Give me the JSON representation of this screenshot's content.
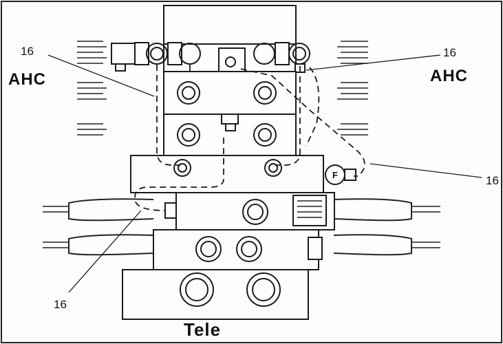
{
  "labels": {
    "callout_top_left": "16",
    "callout_top_right": "16",
    "callout_right": "16",
    "callout_bottom_left": "16",
    "ahc_left": "AHC",
    "ahc_right": "AHC",
    "tele": "Tele",
    "port_f": "F"
  }
}
